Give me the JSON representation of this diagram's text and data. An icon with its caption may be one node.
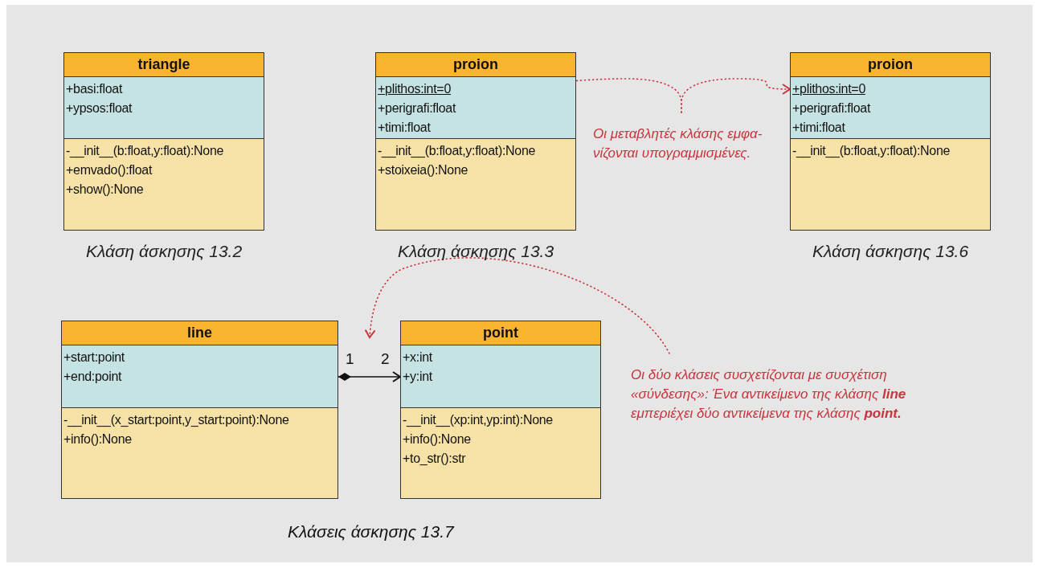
{
  "diagram": {
    "nodes": [
      {
        "text": [
          "triangle"
        ],
        "beside": [
          "Κλάση άσκησης 13.2"
        ]
      },
      {
        "in": 0,
        "text": [
          "+basi:float",
          "+ypsos:float"
        ]
      },
      {
        "in": 0,
        "text": [
          "-__init__(b:float,y:float):None",
          "+emvado():float",
          "+show():None"
        ]
      },
      {
        "text": [
          "proion"
        ],
        "beside": [
          "Κλάση άσκησης 13.3"
        ]
      },
      {
        "in": 3,
        "text": [
          "+perigrafi:float",
          "+timi:float"
        ]
      },
      {
        "in": 4,
        "text": [
          "+plithos:int=0"
        ]
      },
      {
        "in": 3,
        "text": [
          "-__init__(b:float,y:float):None",
          "+stoixeia():None"
        ]
      },
      {
        "text": [
          "Οι μεταβλητές κλάσης εμφα- νίζονται υπογραμμισμένες."
        ]
      },
      {
        "text": [
          "proion"
        ],
        "beside": [
          "Κλάση άσκησης 13.6"
        ]
      },
      {
        "in": 8,
        "text": [
          "+perigrafi:float",
          "+timi:float"
        ]
      },
      {
        "in": 9,
        "text": [
          "+plithos:int=0"
        ]
      },
      {
        "in": 8,
        "text": [
          "-__init__(b:float,y:float):None"
        ]
      },
      {
        "text": [
          "line"
        ]
      },
      {
        "in": 12,
        "text": [
          "+start:point",
          "+end:point"
        ]
      },
      {
        "in": 12,
        "text": [
          "-__init__(x_start:point,y_start:point):None",
          "+info():None"
        ]
      },
      {
        "text": [
          "point"
        ]
      },
      {
        "in": 15,
        "text": [
          "+x:int",
          "+y:int"
        ]
      },
      {
        "in": 15,
        "text": [
          "-__init__(xp:int,yp:int):None",
          "+info():None",
          "+to_str():str"
        ]
      },
      {
        "text": [
          "Οι δύο κλάσεις συσχετίζονται με συσχέτιση «σύνδεσης»: Ένα αντικείμενο της κλάσης **line** εμπεριέχει δύο αντικείμενα της κλάσης **point.**"
        ]
      }
    ],
    "edges": [
      {
        "from": 7,
        "to": 5,
        "arrow": "to",
        "style": "dashed",
        "color": "#c8333c"
      },
      {
        "from": 7,
        "to": 10,
        "arrow": "to",
        "style": "dashed",
        "color": "#c8333c"
      },
      {
        "from": 12,
        "to": 15,
        "arrow": "to",
        "color": "#111111"
      },
      {
        "from": 18,
        "to": null,
        "arrow": "to",
        "style": "dashed",
        "color": "#c8333c"
      }
    ],
    "labels": [
      "1",
      "2",
      "Κλάσεις άσκησης 13.7"
    ]
  }
}
